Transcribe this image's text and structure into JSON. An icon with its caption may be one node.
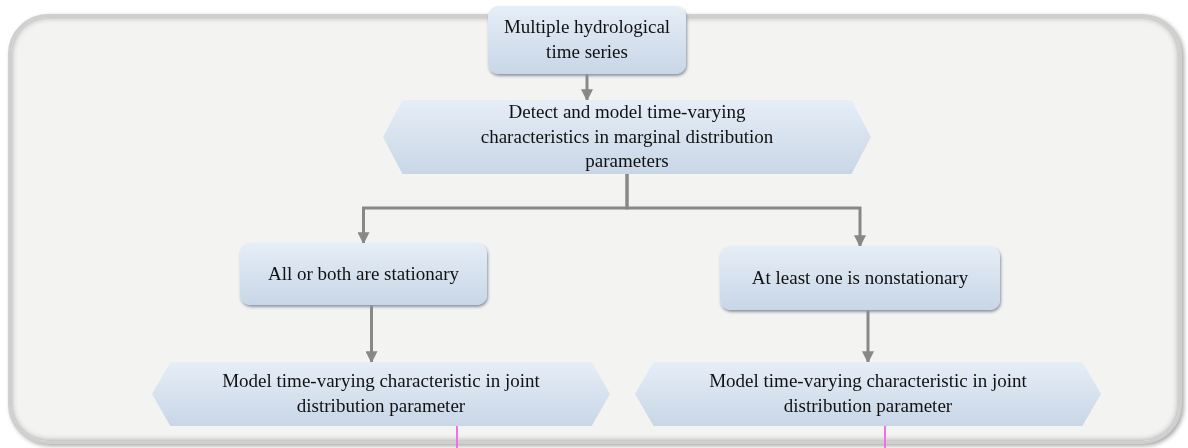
{
  "diagram": {
    "nodes": [
      {
        "text": [
          "Multiple hydrological time series"
        ]
      },
      {
        "text": [
          "Detect and model time-varying characteristics in marginal distribution parameters"
        ]
      },
      {
        "text": [
          "All or both are stationary"
        ]
      },
      {
        "text": [
          "At least one is nonstationary"
        ]
      },
      {
        "text": [
          "Model time-varying characteristic in joint distribution parameter"
        ]
      },
      {
        "text": [
          "Model time-varying characteristic in joint distribution parameter"
        ]
      }
    ],
    "edges": [
      {
        "from": 0,
        "to": 1,
        "arrow": "to"
      },
      {
        "from": 1,
        "to": 2,
        "arrow": "to"
      },
      {
        "from": 1,
        "to": 3,
        "arrow": "to"
      },
      {
        "from": 2,
        "to": 4,
        "arrow": "to"
      },
      {
        "from": 3,
        "to": 5,
        "arrow": "to"
      },
      {
        "from": 4,
        "to": null,
        "arrow": "none",
        "color": "#f070e8"
      },
      {
        "from": 5,
        "to": null,
        "arrow": "none",
        "color": "#f070e8"
      }
    ]
  }
}
